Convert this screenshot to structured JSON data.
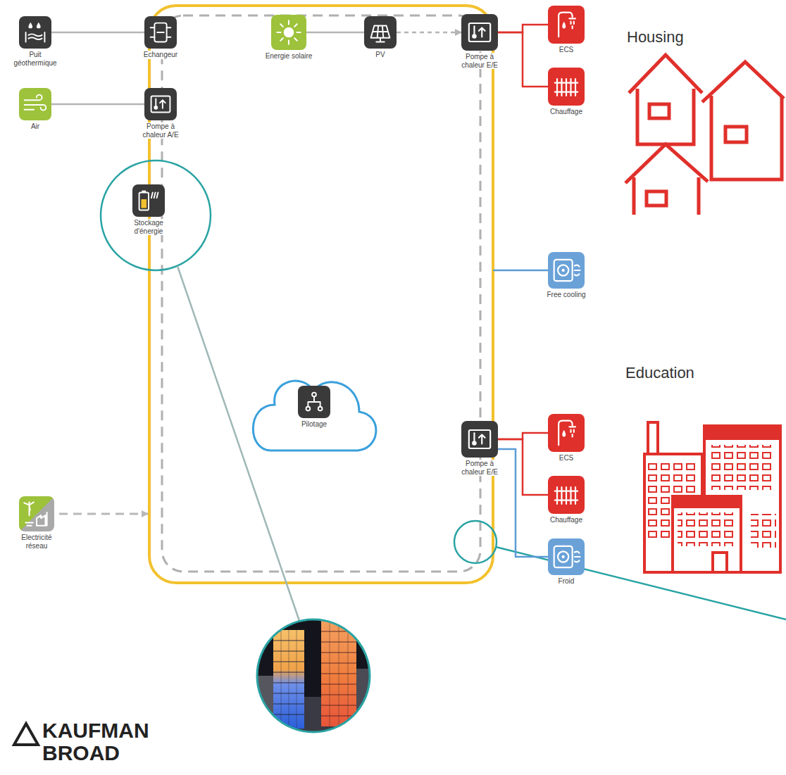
{
  "diagram": {
    "nodes": [
      {
        "text": [
          "Puit géothermique"
        ]
      },
      {
        "text": [
          "Echangeur"
        ]
      },
      {
        "text": [
          "Energie solaire"
        ]
      },
      {
        "text": [
          "PV"
        ]
      },
      {
        "text": [
          "Pompe à chaleur E/E"
        ]
      },
      {
        "text": [
          "ECS"
        ]
      },
      {
        "text": [
          "Chauffage"
        ]
      },
      {
        "text": [
          "Air"
        ]
      },
      {
        "text": [
          "Pompe à chaleur A/E"
        ]
      },
      {
        "text": [
          "Free cooling"
        ]
      },
      {
        "text": [
          "Stockage d'énergie"
        ]
      },
      {
        "text": [
          "Pilotage"
        ]
      },
      {
        "text": [
          "Electricité réseau"
        ]
      },
      {
        "text": [
          "Pompe à chaleur E/E"
        ]
      },
      {
        "text": [
          "ECS"
        ]
      },
      {
        "text": [
          "Chauffage"
        ]
      },
      {
        "text": [
          "Froid"
        ]
      }
    ],
    "edges": [
      {
        "from": 0,
        "to": 1,
        "arrow": "none"
      },
      {
        "from": 2,
        "to": 3,
        "arrow": "none"
      },
      {
        "from": 3,
        "to": 4,
        "arrow": "to"
      },
      {
        "from": 4,
        "to": 5,
        "arrow": "none"
      },
      {
        "from": 4,
        "to": 6,
        "arrow": "none"
      },
      {
        "from": 7,
        "to": 8,
        "arrow": "none"
      },
      {
        "from": 13,
        "to": 14,
        "arrow": "none"
      },
      {
        "from": 13,
        "to": 15,
        "arrow": "none"
      },
      {
        "from": 13,
        "to": 16,
        "arrow": "none"
      }
    ],
    "labels": [
      "Housing",
      "Education",
      "KAUFMAN BROAD"
    ]
  }
}
